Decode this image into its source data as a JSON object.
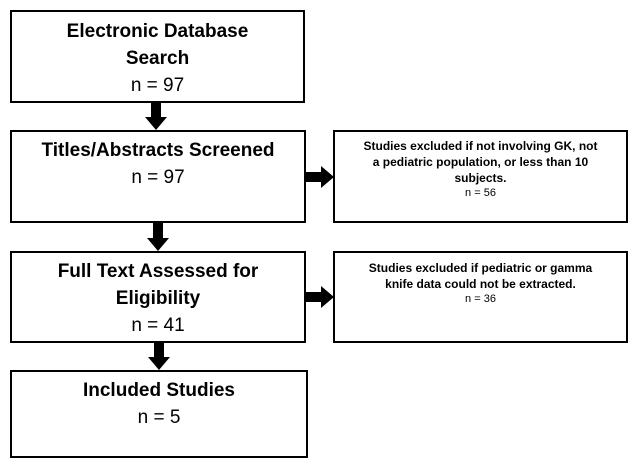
{
  "steps": [
    {
      "title_line1": "Electronic Database",
      "title_line2": "Search",
      "count": "n = 97"
    },
    {
      "title_line1": "Titles/Abstracts Screened",
      "count": "n = 97"
    },
    {
      "title_line1": "Full Text Assessed for",
      "title_line2": "Eligibility",
      "count": "n = 41"
    },
    {
      "title_line1": "Included Studies",
      "count": "n = 5"
    }
  ],
  "exclusions": [
    {
      "line1": "Studies excluded if not involving GK, not",
      "line2": "a pediatric population, or less than 10",
      "line3": "subjects.",
      "count": "n = 56"
    },
    {
      "line1": "Studies excluded if pediatric or gamma",
      "line2": "knife data could not be extracted.",
      "count": "n = 36"
    }
  ]
}
